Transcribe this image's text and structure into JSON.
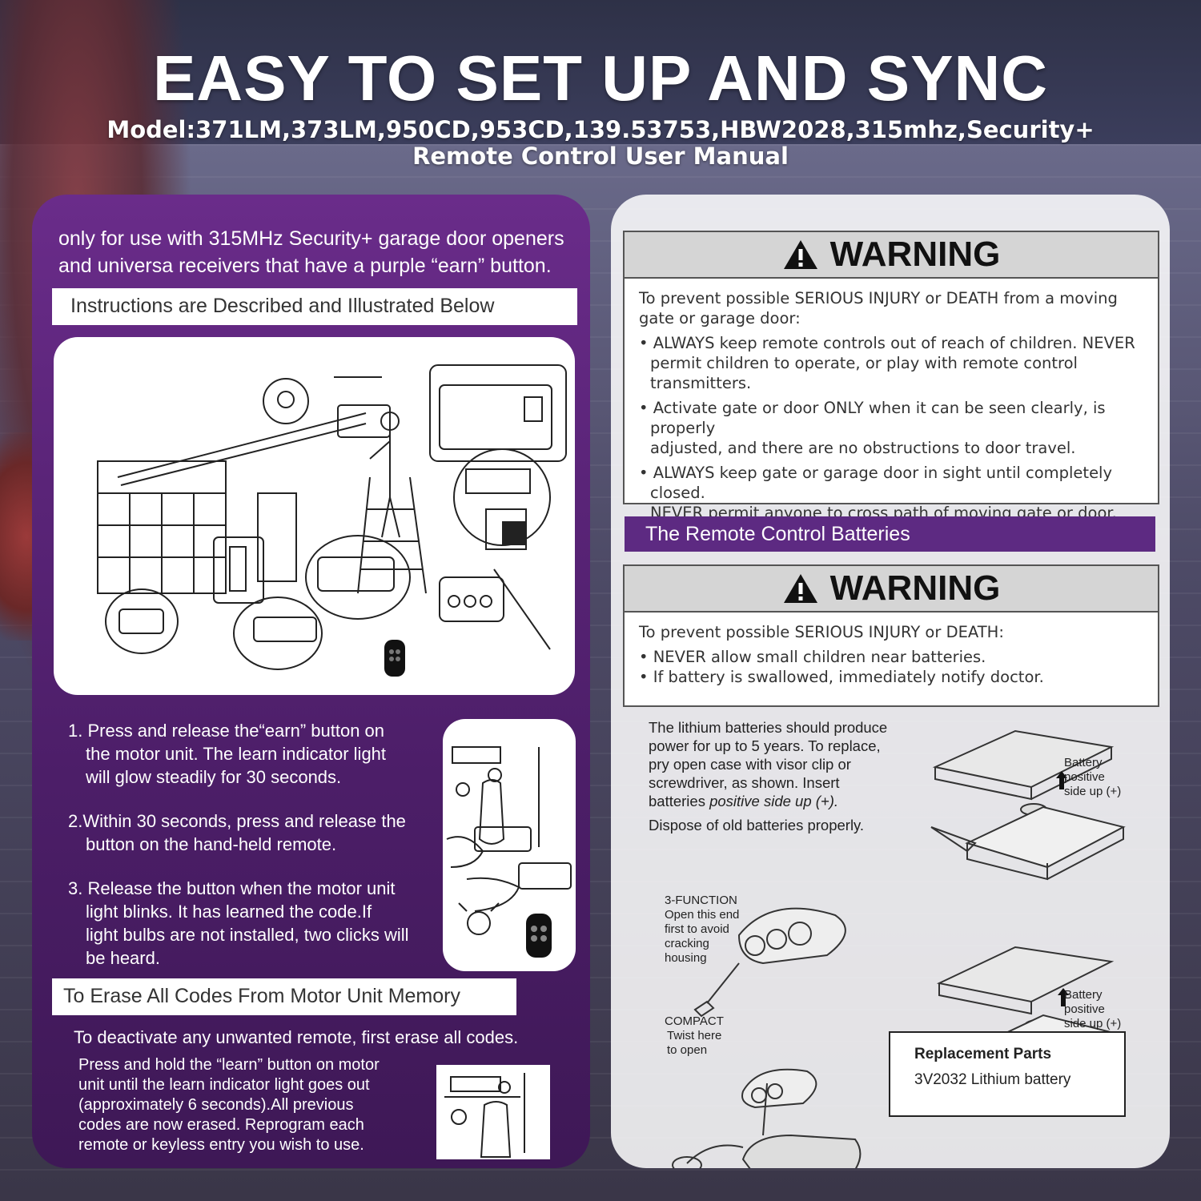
{
  "header": {
    "title": "EASY TO SET UP AND SYNC",
    "subtitle_line1": "Model:371LM,373LM,950CD,953CD,139.53753,HBW2028,315mhz,Security+",
    "subtitle_line2": "Remote Control User Manual"
  },
  "left": {
    "intro_line1": "only for use with 315MHz Security+ garage door openers",
    "intro_line2": "and universa receivers that have a purple “earn” button.",
    "instructions_banner": "Instructions are Described and Illustrated Below",
    "steps": [
      {
        "l1": "1. Press and release the“earn” button on",
        "l2": "the motor unit. The learn indicator light",
        "l3": "will glow steadily for 30 seconds."
      },
      {
        "l1": "2.Within 30 seconds, press and release the",
        "l2": "button on the hand-held remote.",
        "l3": ""
      },
      {
        "l1": "3. Release the button when the motor unit",
        "l2": "light blinks. It has learned the code.If",
        "l3": "light bulbs are not installed, two clicks will",
        "l4": "be heard."
      }
    ],
    "erase_banner": "To Erase All Codes From Motor Unit Memory",
    "erase_intro": "To deactivate any unwanted remote, first erase all codes.",
    "erase_lines": [
      "Press and hold the “learn” button on motor",
      "unit until the learn indicator light goes out",
      "(approximately 6 seconds).All previous",
      "codes are now erased. Reprogram each",
      "remote or keyless entry you wish to use."
    ]
  },
  "right": {
    "warning_title": "WARNING",
    "warning1_intro_l1": "To prevent possible SERIOUS INJURY or DEATH from a moving",
    "warning1_intro_l2": "gate or garage door:",
    "warning1_bullets": [
      {
        "l1": "• ALWAYS keep remote controls out of reach of children. NEVER",
        "l2": "permit children to operate, or play with remote control",
        "l3": "transmitters."
      },
      {
        "l1": "• Activate gate or door ONLY when it can be seen clearly, is properly",
        "l2": "adjusted, and there are no obstructions to door travel.",
        "l3": ""
      },
      {
        "l1": "• ALWAYS keep gate or garage door in sight until completely closed.",
        "l2": "NEVER permit anyone to cross path of moving gate or door.",
        "l3": ""
      }
    ],
    "batteries_banner": "The Remote Control Batteries",
    "warning2_intro": "To prevent possible SERIOUS INJURY or DEATH:",
    "warning2_bullets": [
      "• NEVER allow small children near batteries.",
      "• If battery is swallowed, immediately notify doctor."
    ],
    "lithium_lines": [
      "The lithium batteries should produce",
      "power for up to 5 years. To replace,",
      "pry open case with visor clip or",
      "screwdriver, as shown. Insert"
    ],
    "lithium_last_prefix": "batteries ",
    "lithium_last_italic": "positive side up (+).",
    "dispose": "Dispose of old batteries properly.",
    "battery_label": [
      "Battery",
      "positive",
      "side up (+)"
    ],
    "three_function": [
      "3-FUNCTION",
      "Open this end",
      "first to avoid",
      "cracking",
      "housing"
    ],
    "compact": [
      "COMPACT",
      "Twist here",
      "to open"
    ],
    "replacement_title": "Replacement Parts",
    "replacement_item": "3V2032 Lithium battery"
  }
}
